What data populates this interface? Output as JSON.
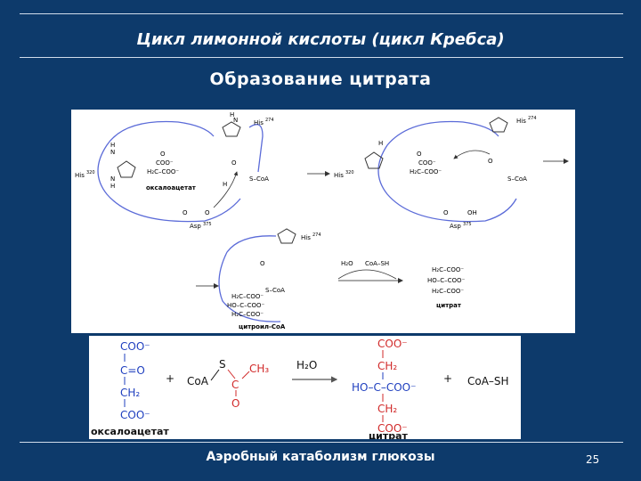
{
  "slide": {
    "title": "Цикл лимонной кислоты  (цикл Кребса)",
    "subtitle": "Образование  цитрата",
    "footer": "Аэробный катаболизм глюкозы",
    "page_number": "25"
  },
  "scheme": {
    "his_left": "His",
    "his_left_num": "320",
    "his_top": "His",
    "his_top_num": "274",
    "asp": "Asp",
    "asp_num": "375",
    "coo": "COO⁻",
    "ch2_coo": "H₂C–COO⁻",
    "oxaloacetate_label": "оксалоацетат",
    "coa": "S–CoA",
    "oh": "OH",
    "h2o": "H₂O",
    "coash": "CoA–SH",
    "citryl_coa_label": "цитроил-CoA",
    "citrate_label": "цитрат",
    "ho_c_coo": "HO–C–COO⁻",
    "h2c_coo": "H₂C–COO⁻"
  },
  "equation": {
    "coo": "COO⁻",
    "c_o": "C=O",
    "ch2": "CH₂",
    "oxaloacetate_label": "оксалоацетат",
    "plus1": "+",
    "coa": "CoA",
    "s": "S",
    "ch3": "CH₃",
    "c": "C",
    "o": "O",
    "h2o": "H₂O",
    "ho_c_coo": "HO–C–COO⁻",
    "citrate_label": "цитрат",
    "plus2": "+",
    "coa_sh": "CoA–SH"
  },
  "colors": {
    "background": "#0d3a6b",
    "equation_blue": "#1f3fbf",
    "equation_red": "#d12a2a",
    "arrow_blue": "#5b6bd8"
  }
}
